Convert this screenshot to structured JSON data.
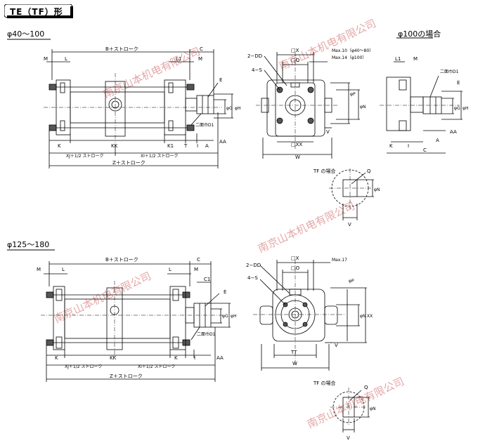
{
  "title": "TE（TF）形",
  "sections": {
    "small": {
      "heading": "φ40〜100"
    },
    "large": {
      "heading": "φ125〜180"
    },
    "phi100": {
      "heading": "φ100の場合"
    }
  },
  "tf_label": "TF の場合",
  "watermark": "南京山本机电有限公司",
  "labels": {
    "b_stroke": "B＋ストローク",
    "c": "C",
    "m": "M",
    "l": "L",
    "l1": "L1",
    "c1": "C1",
    "e": "E",
    "k": "K",
    "kk": "KK",
    "k1": "K1",
    "t": "T",
    "i": "I",
    "a": "A",
    "aa": "AA",
    "xj": "XJ＋1/2 ストローク",
    "xi": "XI＋1/2 ストローク",
    "z_stroke": "Z＋ストローク",
    "nifaceD1": "二面巾D1",
    "phi_g": "φG",
    "phi_h": "φH",
    "dd": "2−DD",
    "s": "4−S",
    "sq_x": "□X",
    "sq_o": "□O",
    "sq_xx": "□XX",
    "max10": "Max.10（φ40〜80）",
    "max14": "Max.14（φ100）",
    "max17": "Max.17",
    "phi_p": "φP",
    "phi_n": "φN",
    "v": "V",
    "w": "W",
    "tt": "TT",
    "xx": "XX",
    "q": "Q"
  }
}
